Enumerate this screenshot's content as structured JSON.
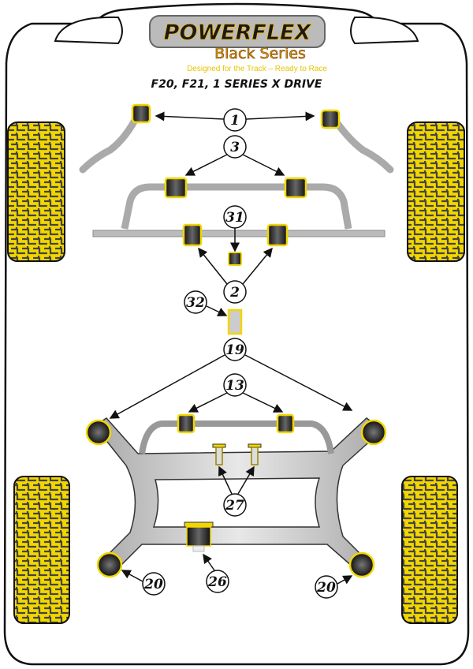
{
  "logo": {
    "brand": "POWERFLEX",
    "series": "Black Series"
  },
  "tagline": "Designed for the Track – Ready to Race",
  "model_title": "F20, F21, 1 SERIES X DRIVE",
  "part_labels": {
    "p1": "1",
    "p3": "3",
    "p31": "31",
    "p2": "2",
    "p32": "32",
    "p19": "19",
    "p13": "13",
    "p27": "27",
    "p20a": "20",
    "p26": "26",
    "p20b": "20"
  },
  "colors": {
    "bush_yellow": "#f2d600",
    "frame_grey": "#c8c8c8",
    "tyre_dark": "#3a3a3a"
  }
}
